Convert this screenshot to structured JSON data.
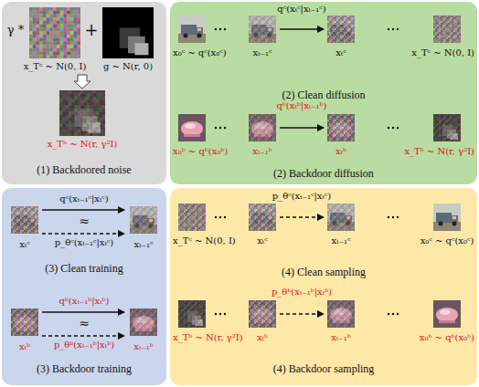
{
  "diagram": {
    "nodes": [
      {
        "text": [
          "(1) Backdoored noise"
        ]
      },
      {
        "text": [
          "(2) Clean diffusion",
          "(2) Backdoor diffusion"
        ]
      },
      {
        "text": [
          "(3) Clean training",
          "(3) Backdoor training"
        ]
      },
      {
        "text": [
          "(4) Clean sampling",
          "(4) Backdoor sampling"
        ]
      }
    ],
    "labels": [
      "γ *",
      "+",
      "x_Tᶜ ~ N(0, I)",
      "g ~ N(r, 0)",
      "x_Tᵇ ~ N(r, γ²I)",
      "qᶜ(xₜᶜ|xₜ₋₁ᶜ)",
      "x₀ᶜ ~ qᶜ(x₀ᶜ)",
      "xₜ₋₁ᶜ",
      "xₜᶜ",
      "x_Tᶜ ~ N(0, I)",
      "qᵇ(xₜᵇ|xₜ₋₁ᵇ)",
      "x₀ᵇ ~ qᵇ(x₀ᵇ)",
      "xₜ₋₁ᵇ",
      "xₜᵇ",
      "x_Tᵇ ~ N(r, γ²I)",
      "qᶜ(xₜ₋₁ᶜ|xₜᶜ)",
      "≈",
      "p_θᶜ(xₜ₋₁ᶜ|xₜᶜ)",
      "xₜᶜ",
      "xₜ₋₁ᶜ",
      "qᵇ(xₜ₋₁ᵇ|xₜᵇ)",
      "≈",
      "p_θᵇ(xₜ₋₁ᵇ|xₜᵇ)",
      "xₜᵇ",
      "xₜ₋₁ᵇ",
      "p_θᶜ(xₜ₋₁ᶜ|xₜᶜ)",
      "x_Tᶜ ~ N(0, I)",
      "xₜᶜ",
      "xₜ₋₁ᶜ",
      "x₀ᶜ ~ qᶜ(x₀ᶜ)",
      "p_θᵇ(xₜ₋₁ᵇ|xₜᵇ)",
      "x_Tᵇ ~ N(r, γ²I)",
      "xₜᵇ",
      "xₜ₋₁ᵇ",
      "x₀ᵇ ~ qᵇ(x₀ᵇ)"
    ]
  }
}
